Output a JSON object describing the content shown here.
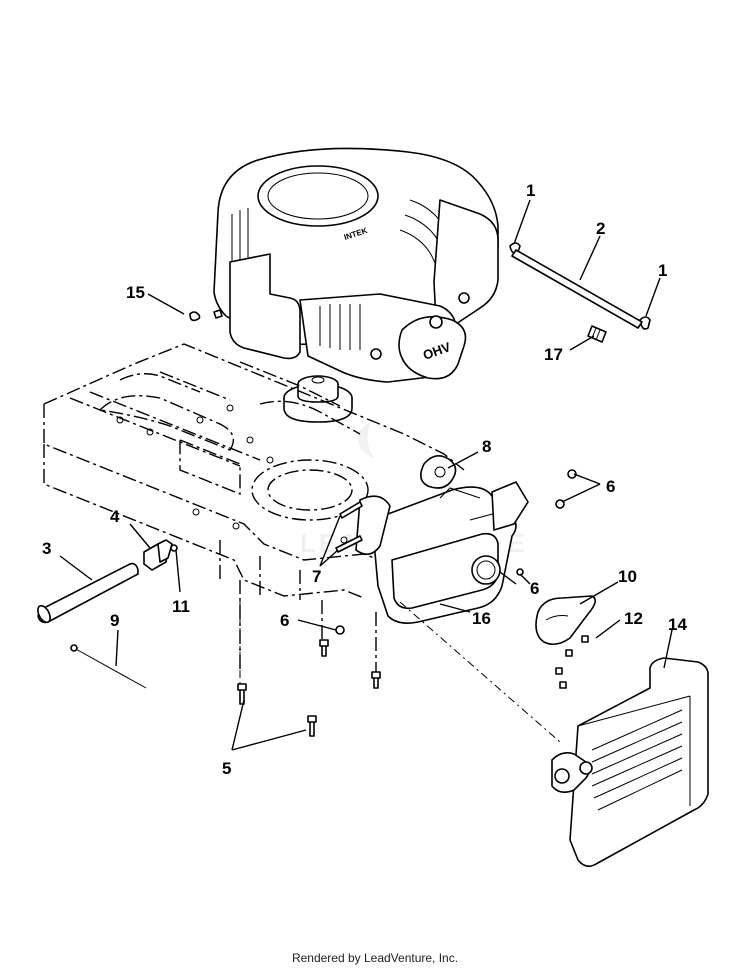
{
  "callouts": {
    "c1a": "1",
    "c1b": "1",
    "c2": "2",
    "c3": "3",
    "c4": "4",
    "c5": "5",
    "c6a": "6",
    "c6b": "6",
    "c6c": "6",
    "c7": "7",
    "c8": "8",
    "c9": "9",
    "c10": "10",
    "c11": "11",
    "c12": "12",
    "c14": "14",
    "c15": "15",
    "c16": "16",
    "c17": "17"
  },
  "engine_label": "OHV",
  "engine_brand": "INTEK",
  "watermark": "LEADVENTURE",
  "footer": "Rendered by LeadVenture, Inc."
}
